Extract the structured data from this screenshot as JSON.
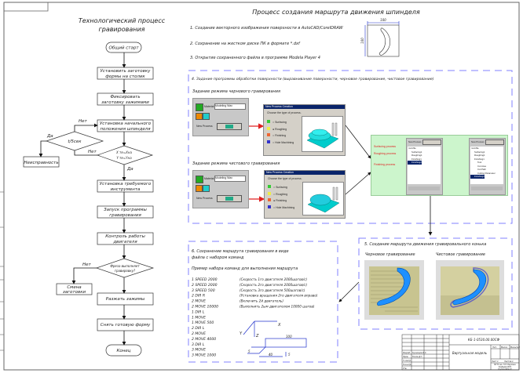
{
  "flowchart": {
    "title_line1": "Технологический процесс",
    "title_line2": "гравирования",
    "start": "Общий старт",
    "steps": [
      [
        "Установить заготовку",
        "формы на столик"
      ],
      [
        "Фиксировать",
        "заготовку зажимами"
      ],
      [
        "Установка начального",
        "положения шпинделя"
      ],
      [
        "Установка требуемого",
        "инструмента"
      ],
      [
        "Запуск программы",
        "гравирования"
      ],
      [
        "Контроль работы",
        "двигателя"
      ],
      [
        "Разжать зажимы"
      ],
      [
        "Снять готовую форму"
      ]
    ],
    "decision_time": "t/5сек",
    "decision_position": [
      "X те=Xна",
      "Y те=Yна"
    ],
    "decision_engrave": [
      "Фреза выполняет",
      "гравировку?"
    ],
    "fault": "Неисправность",
    "replace": [
      "Смена",
      "заготовки"
    ],
    "end": "Конец",
    "yes": "Да",
    "no": "Нет"
  },
  "route": {
    "title": "Процесс создания маршрута движения шпинделя",
    "step1": "1. Создание векторного изображения поверхности в AutoCAD/CorelDRAW",
    "step2": "2. Сохранение на жестком диске ПК в формате *.dxf",
    "step3": "3. Открытие сохраненного файла в программе Modela Player 4",
    "dim_width": "100",
    "dim_height": "100",
    "step4": "4. Задание программы обработки поверхности (выравнивание поверхности, черновое гравирование, чистовое гравирование)",
    "rough_label": "Задание режима чернового гравирования",
    "finish_label": "Задание режима чистового гравирования",
    "panel": {
      "material_label": "Material",
      "material_value": "Modeling Wax",
      "new_process": "New Process"
    },
    "dialog": {
      "title": "New Process Creation",
      "prompt": "Choose the type of process.",
      "options": [
        "Surfacing",
        "Roughing",
        "Finishing",
        "Hole Machining"
      ],
      "selected_rough": "Roughing",
      "selected_finish": "Finishing"
    },
    "tree": {
      "annotations": [
        "Surfacing process",
        "Roughing process",
        "Finishing process"
      ],
      "new_process": "New Process",
      "items_left": [
        "mcmfile",
        "Surfacing1",
        "Roughing1",
        "Finishing1",
        "Finishing2"
      ],
      "items_right": [
        "mcmfile",
        "Surfacing1",
        "Roughing1",
        "Finishing1",
        "Tool",
        "Cut Area",
        "Cut Path",
        "Cutting Parameter",
        "Finishing2"
      ]
    },
    "step5": "5. Создание маршрута движения гравировального конька",
    "rough_view": "Черновое гравирование",
    "finish_view": "Чистовое гравирование",
    "step6_line1": "6. Сохранение маршрута гравирования в виде",
    "step6_line2": "файла с набором команд",
    "example_title": "Пример набора команд для выполнения маршрута",
    "commands": [
      "1 SPEED 2000",
      "2 SPEED 2000",
      "3 SPEED 500",
      "2 DIR R",
      "2 MOVE",
      "2 MOVE 10000",
      "1 DIR L",
      "1 MOVE",
      "1 MOVE 500",
      "2 DIR L",
      "2 MOVE",
      "2 MOVE 4000",
      "3 DIR L",
      "3 MOVE",
      "3 MOVE 1000"
    ],
    "comments": [
      "(Скорость 1го двигателя 2000шагов/с)",
      "(Скорость 2го двигателя 2000шагов/с)",
      "(Скорость 3го двигателя 500шагов/с)",
      "(Установка вращения 2го двигателя вправо)",
      "(Включить 2й двигатель)",
      "(Выполнить 2ым двигателем 10000 шагов)"
    ],
    "axes": {
      "x": "X",
      "y": "Y",
      "z": "Z"
    },
    "dims": {
      "length": "100",
      "depth": "5",
      "offset": "40",
      "height": "5"
    }
  },
  "title_block": {
    "designation": "КБ-1-0530.00.00СФ",
    "name": "Виртуальная модель",
    "col_lit": "Лит.",
    "col_mass": "Масса",
    "col_scale": "Масштаб",
    "sheet": "Лист  1",
    "sheets": "Листов  1",
    "org": [
      "МГТУ им. Н.Э. Баумана",
      "Кафедра ИУ4",
      "Группа ИУ4-72"
    ],
    "roles": [
      "Разраб.",
      "Пров.",
      "Т.контр.",
      "Н.контр.",
      "Утв."
    ],
    "people": [
      "Кузнецов И.С.",
      "Тихов Д.Г."
    ]
  },
  "colors": {
    "dash": "#8080ff",
    "green_panel": "#ccf5cc",
    "red": "#e02020",
    "part_blue": "#1e90ff",
    "titlebar": "#0a246a"
  }
}
